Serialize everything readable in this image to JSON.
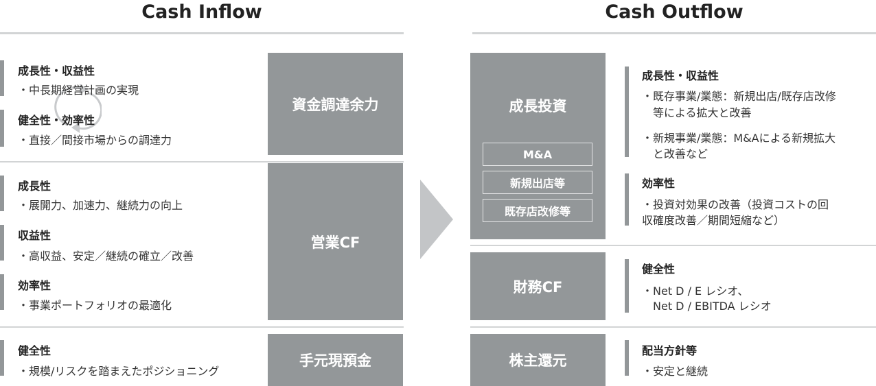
{
  "inflow": {
    "title": "Cash Inflow",
    "boxes": [
      "資金調達余力",
      "営業CF",
      "手元現預金"
    ],
    "sections": [
      {
        "heading": "成長性・収益性",
        "text": "・中長期経営計画の実現"
      },
      {
        "heading": "健全性・効率性",
        "text": "・直接／間接市場からの調達力"
      },
      {
        "heading": "成長性",
        "text": "・展開力、加速力、継続力の向上"
      },
      {
        "heading": "収益性",
        "text": "・高収益、安定／継続の確立／改善"
      },
      {
        "heading": "効率性",
        "text": "・事業ポートフォリオの最適化"
      },
      {
        "heading": "健全性",
        "text": "・規模/リスクを踏まえたポジショニング"
      }
    ]
  },
  "outflow": {
    "title": "Cash Outflow",
    "boxes": [
      "成長投資",
      "財務CF",
      "株主還元"
    ],
    "sub_boxes": [
      "M&A",
      "新規出店等",
      "既存店改修等"
    ],
    "sections": [
      {
        "heading": "成長性・収益性",
        "lines": [
          "・既存事業/業態：新規出店/既存店改修",
          "　等による拡大と改善",
          "・新規事業/業態：M&Aによる新規拡大",
          "　と改善など"
        ]
      },
      {
        "heading": "効率性",
        "lines": [
          "・投資対効果の改善（投資コストの回",
          "収確度改善／期間短縮など）"
        ]
      },
      {
        "heading": "健全性",
        "lines": [
          "・Net D / E レシオ、",
          "　Net D / EBITDA レシオ"
        ]
      },
      {
        "heading": "配当方針等",
        "lines": [
          "・安定と継続"
        ]
      }
    ]
  },
  "colors": {
    "box": "#939799",
    "rule": "#d2d4d5",
    "arrow": "#c3c5c7"
  },
  "icons": [
    "cycle-arrows-icon",
    "chevron-right-arrow-icon"
  ]
}
